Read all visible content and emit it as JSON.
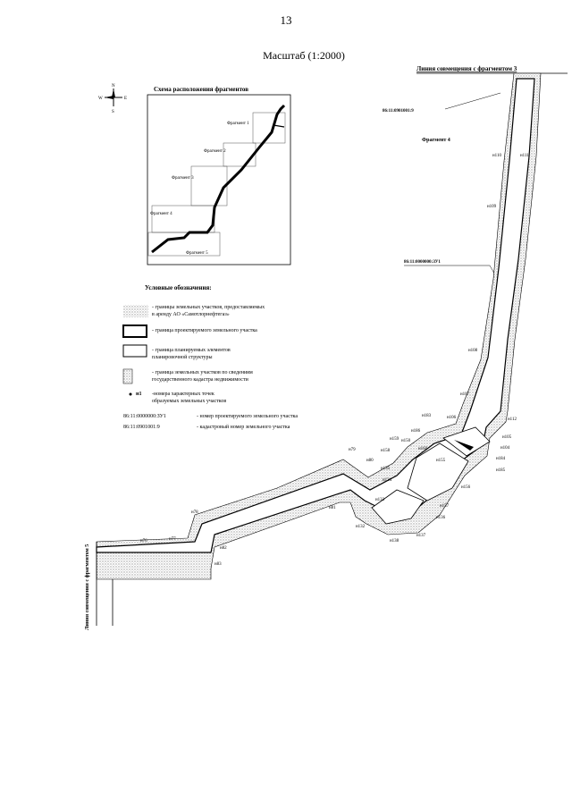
{
  "page_number": "13",
  "scale": "Масштаб (1:2000)",
  "compass": {
    "n": "N",
    "s": "S",
    "w": "W",
    "e": "E"
  },
  "inset": {
    "title": "Схема расположения фрагментов",
    "fragments": [
      "Фрагмент 1",
      "Фрагмент 2",
      "Фрагмент 3",
      "Фрагмент 4",
      "Фрагмент 5"
    ]
  },
  "top_line": "Линия совмещения с фрагментом 3",
  "left_line": "Линия совмещения с фрагментом 5",
  "fragment_title": "Фрагмент 4",
  "cadastral_ref": "86:11:0901001:9",
  "project_ref": "86:11:0000000:ЗУ1",
  "legend": {
    "title": "Условные обозначения:",
    "items": [
      {
        "text1": "- границы земельных участков, предоставляемых",
        "text2": "в аренду АО «Самотлорнефтегаз»"
      },
      {
        "text1": "- граница проектируемого земельного участка",
        "text2": ""
      },
      {
        "text1": "- граница планируемых элементов",
        "text2": "планировочной структуры"
      },
      {
        "text1": "- граница земельных участков по сведениям",
        "text2": "государственного кадастра недвижимости"
      },
      {
        "text1": "-номера характерных точек",
        "text2": "образуемых земельных участков"
      }
    ],
    "point_sample": "н1",
    "ref1_code": "86:11:0000000:ЗУ1",
    "ref1_text": "- номер проектируемого земельного участка",
    "ref2_code": "86:11:0901001:9",
    "ref2_text": "- кадастровый номер земельного участка"
  },
  "points": {
    "n76": "н76",
    "n77": "н77",
    "n78": "н78",
    "n79": "н79",
    "n80": "н80",
    "n81": "н81",
    "n82": "н82",
    "n83": "н83",
    "n105": "н105",
    "n106": "н106",
    "n107": "н107",
    "n108": "н108",
    "n109": "н109",
    "n110": "н110",
    "n111": "н111",
    "n112": "н112",
    "n132": "н132",
    "n133": "н133",
    "n134": "н134",
    "n135": "н135",
    "n136": "н136",
    "n137": "н137",
    "n138": "н138",
    "n150": "н150",
    "n155": "н155",
    "n156": "н156",
    "n157": "н157",
    "n158": "н158",
    "n159": "н159",
    "n160": "н160",
    "n183": "н183",
    "n184": "н184",
    "n185": "н185",
    "n186": "н186",
    "n104": "н104"
  }
}
